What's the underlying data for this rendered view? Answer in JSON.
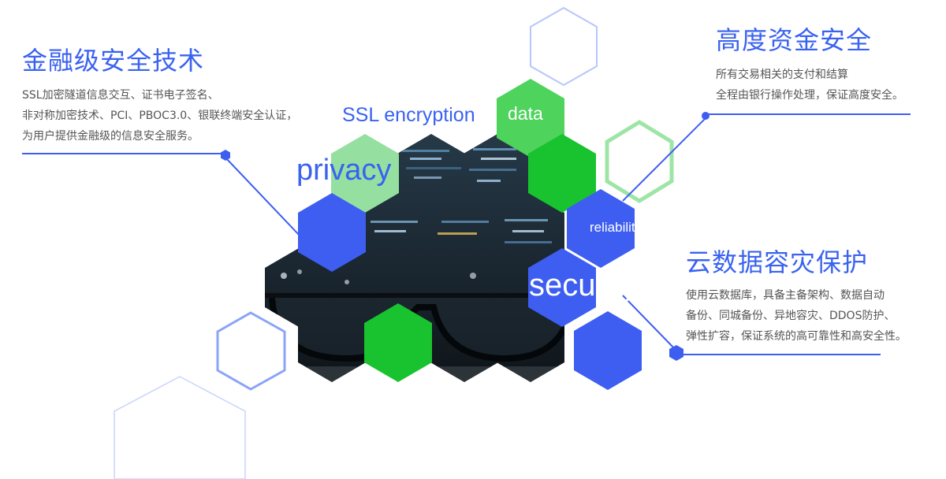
{
  "colors": {
    "accent": "#3a62f0",
    "line": "#3d5ef0",
    "green": "#1ec22f",
    "light_green": "#95e0a0",
    "mid_green": "#4ed35c",
    "outline_blue": "#b7c6fb",
    "outline_green": "#9de5a6"
  },
  "financial_security": {
    "title": "金融级安全技术",
    "lines": [
      "SSL加密隧道信息交互、证书电子签名、",
      "非对称加密技术、PCI、PBOC3.0、银联终端安全认证，",
      "为用户提供金融级的信息安全服务。"
    ]
  },
  "fund_security": {
    "title": "高度资金安全",
    "lines": [
      "所有交易相关的支付和结算",
      "全程由银行操作处理，保证高度安全。"
    ]
  },
  "cloud_backup": {
    "title": "云数据容灾保护",
    "lines": [
      "使用云数据库，具备主备架构、数据自动",
      "备份、同城备份、异地容灾、DDOS防护、",
      "弹性扩容，保证系统的高可靠性和高安全性。"
    ]
  },
  "keywords": {
    "ssl": "SSL encryption",
    "data": "data",
    "privacy": "privacy",
    "reliability": "reliability",
    "security": "security"
  },
  "photo": {
    "subject": "eyeglasses in front of code screen"
  }
}
